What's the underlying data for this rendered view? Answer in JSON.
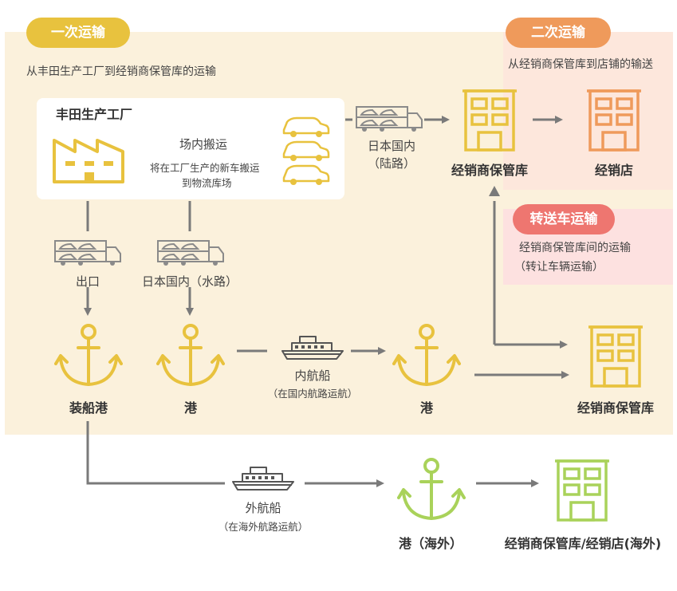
{
  "sections": {
    "primary": {
      "badge": "一次运输",
      "subtitle": "从丰田生产工厂到经销商保管库的运输"
    },
    "secondary": {
      "badge": "二次运输",
      "subtitle": "从经销商保管库到店铺的输送"
    },
    "transfer": {
      "badge": "转送车运输",
      "line1": "经销商保管库间的运输",
      "line2": "（转让车辆运输）"
    }
  },
  "factory": {
    "title": "丰田生产工厂",
    "move_label": "场内搬运",
    "move_desc_1": "将在工厂生产的新车搬运",
    "move_desc_2": "到物流库场"
  },
  "routes": {
    "domestic_land_1": "日本国内",
    "domestic_land_2": "（陆路）",
    "export": "出口",
    "domestic_water": "日本国内（水路）",
    "inland_ship": "内航船",
    "inland_ship_note": "（在国内航路运航）",
    "ocean_ship": "外航船",
    "ocean_ship_note": "（在海外航路运航）"
  },
  "nodes": {
    "warehouse_top": "经销商保管库",
    "dealer_store": "经销店",
    "loading_port": "装船港",
    "port_1": "港",
    "port_2": "港",
    "warehouse_mid": "经销商保管库",
    "overseas_port": "港（海外）",
    "overseas_dest": "经销商保管库/经销店(海外)"
  },
  "colors": {
    "yellow": "#e8c23e",
    "orange": "#ef9a5b",
    "red": "#ee7670",
    "green": "#a9d25a",
    "arrow": "#7a7a7a"
  }
}
